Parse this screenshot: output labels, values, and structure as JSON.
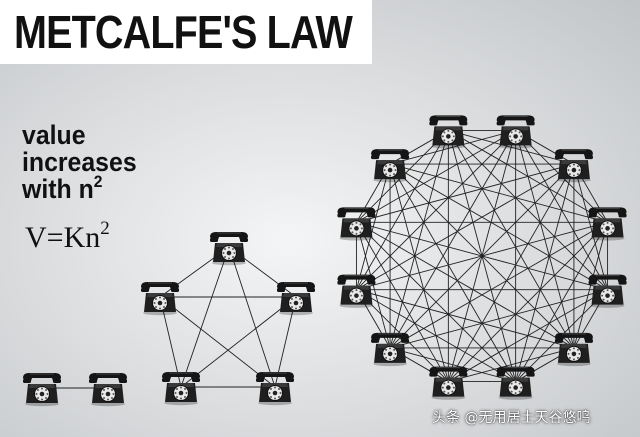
{
  "title": "METCALFE'S LAW",
  "tagline": {
    "line1": "value",
    "line2": "increases",
    "line3_prefix": "with n",
    "line3_exp": "2"
  },
  "formula": {
    "base": "V=Kn",
    "exp": "2"
  },
  "networks": [
    {
      "name": "network-2",
      "nodes": 2
    },
    {
      "name": "network-5",
      "nodes": 5
    },
    {
      "name": "network-12",
      "nodes": 12
    }
  ],
  "node_icon": "rotary-telephone-icon",
  "colors": {
    "line": "#222222",
    "phone": "#1a1a1a",
    "title_bg": "#ffffff"
  },
  "watermark": "头条 @无用居士天谷悠鸣"
}
